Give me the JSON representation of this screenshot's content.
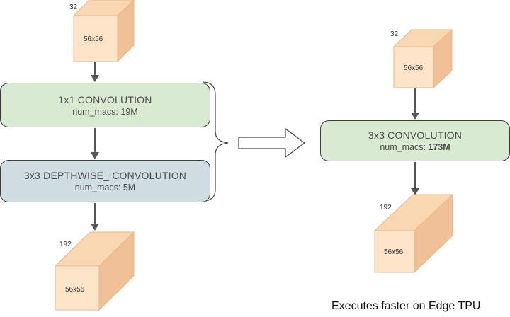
{
  "left": {
    "input_tensor": {
      "channels": "32",
      "size": "56x56"
    },
    "conv1x1": {
      "title": "1x1 CONVOLUTION",
      "macs_label": "num_macs: ",
      "macs_value": "19M"
    },
    "depthwise": {
      "title": "3x3 DEPTHWISE_ CONVOLUTION",
      "macs_label": "num_macs: ",
      "macs_value": "5M"
    },
    "output_tensor": {
      "channels": "192",
      "size": "56x56"
    }
  },
  "right": {
    "input_tensor": {
      "channels": "32",
      "size": "56x56"
    },
    "conv3x3": {
      "title": "3x3 CONVOLUTION",
      "macs_label": "num_macs: ",
      "macs_value": "173M"
    },
    "output_tensor": {
      "channels": "192",
      "size": "56x56"
    }
  },
  "caption": "Executes faster on Edge TPU",
  "colors": {
    "conv_fill": "#d9ead3",
    "depthwise_fill": "#d0dee4",
    "tensor_front": "#fde4c8",
    "tensor_side": "#f0c196",
    "arrow": "#555555"
  }
}
